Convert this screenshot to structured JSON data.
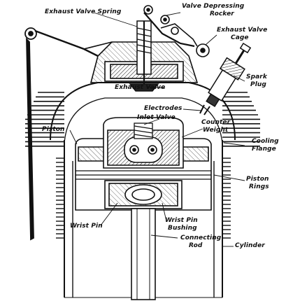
{
  "diagram": {
    "labels": {
      "exhaust_valve_spring": "Exhaust Valve Spring",
      "valve_depressing_rocker_line1": "Valve Depressing",
      "valve_depressing_rocker_line2": "Rocker",
      "exhaust_valve_cage_line1": "Exhaust Valve",
      "exhaust_valve_cage_line2": "Cage",
      "spark_plug_line1": "Spark",
      "spark_plug_line2": "Plug",
      "exhaust_valve": "Exhaust Valve",
      "electrodes": "Electrodes",
      "piston": "Piston",
      "inlet_valve": "Inlet Valve",
      "counter_weight_line1": "Counter",
      "counter_weight_line2": "Weight",
      "cooling_flange_line1": "Cooling",
      "cooling_flange_line2": "Flange",
      "piston_rings_line1": "Piston",
      "piston_rings_line2": "Rings",
      "wrist_pin": "Wrist Pin",
      "wrist_pin_bushing_line1": "Wrist Pin",
      "wrist_pin_bushing_line2": "Bushing",
      "connecting_rod_line1": "Connecting",
      "connecting_rod_line2": "Rod",
      "cylinder": "Cylinder"
    },
    "colors": {
      "ink": "#111111",
      "paper": "#ffffff",
      "shade": "#555555"
    }
  }
}
